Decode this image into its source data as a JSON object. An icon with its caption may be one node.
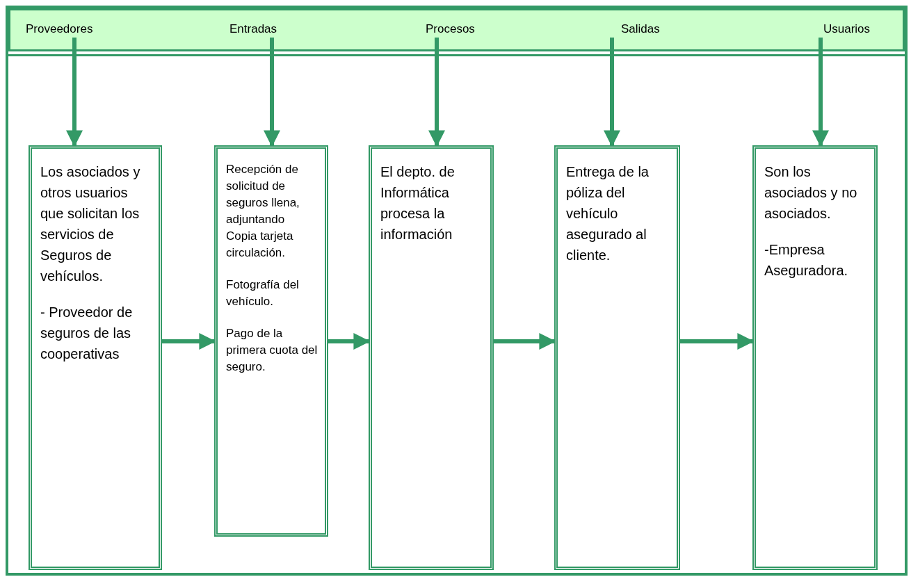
{
  "diagram": {
    "nodes": [
      {
        "text": [],
        "shape": "bar"
      },
      {
        "text": [
          "Proveedores"
        ],
        "in": 0
      },
      {
        "text": [
          "Entradas"
        ],
        "in": 0
      },
      {
        "text": [
          "Procesos"
        ],
        "in": 0
      },
      {
        "text": [
          "Salidas"
        ],
        "in": 0
      },
      {
        "text": [
          "Usuarios"
        ],
        "in": 0
      },
      {
        "text": [
          "Los asociados y otros usuarios que solicitan los servicios de Seguros de vehículos.",
          "- Proveedor de seguros de las cooperativas"
        ]
      },
      {
        "text": [
          "Recepción de solicitud de seguros llena, adjuntando Copia tarjeta circulación.",
          "Fotografía del vehículo.",
          "Pago de la primera cuota del seguro."
        ]
      },
      {
        "text": [
          "El depto. de Informática procesa la información"
        ]
      },
      {
        "text": [
          "Entrega de la póliza del vehículo asegurado al cliente."
        ]
      },
      {
        "text": [
          "Son los asociados y no asociados.",
          "-Empresa Aseguradora."
        ]
      }
    ],
    "edges": [
      {
        "from": 1,
        "to": 6,
        "arrow": "to"
      },
      {
        "from": 2,
        "to": 7,
        "arrow": "to"
      },
      {
        "from": 3,
        "to": 8,
        "arrow": "to"
      },
      {
        "from": 4,
        "to": 9,
        "arrow": "to"
      },
      {
        "from": 5,
        "to": 10,
        "arrow": "to"
      },
      {
        "from": 6,
        "to": 7,
        "arrow": "to"
      },
      {
        "from": 7,
        "to": 8,
        "arrow": "to"
      },
      {
        "from": 8,
        "to": 9,
        "arrow": "to"
      },
      {
        "from": 9,
        "to": 10,
        "arrow": "to"
      }
    ]
  }
}
